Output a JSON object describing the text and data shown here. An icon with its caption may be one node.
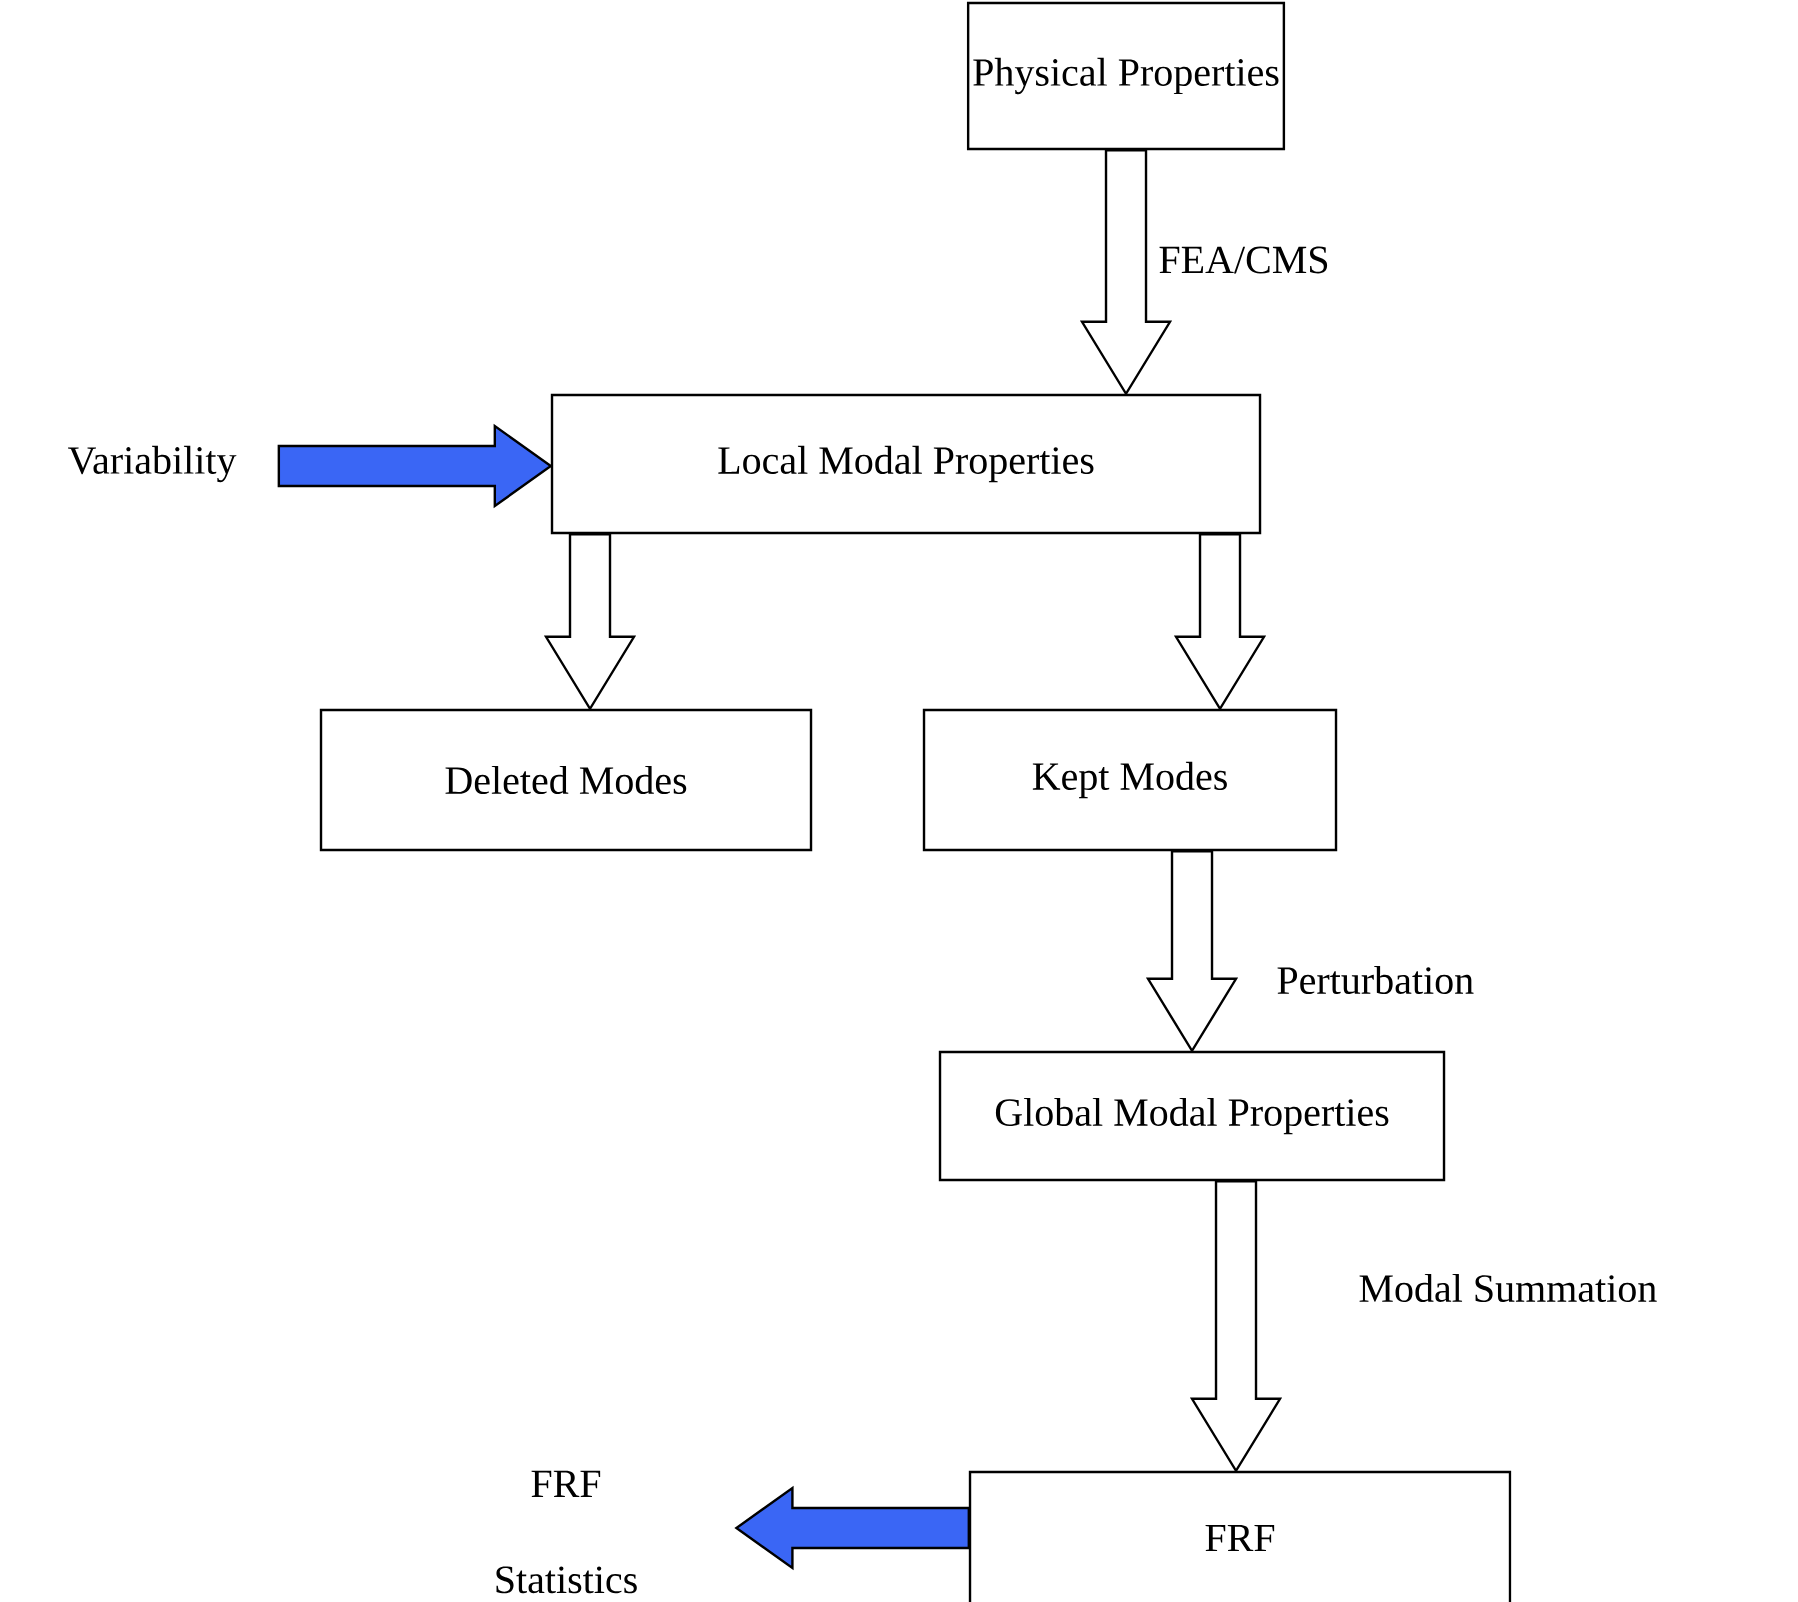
{
  "diagram": {
    "nodes": [
      {
        "text": [
          "Physical Properties"
        ]
      },
      {
        "text": [
          "Local Modal Properties"
        ]
      },
      {
        "text": [
          "Deleted Modes"
        ]
      },
      {
        "text": [
          "Kept Modes"
        ]
      },
      {
        "text": [
          "Global Modal Properties"
        ]
      },
      {
        "text": [
          "FRF"
        ]
      },
      {
        "text": [
          "Variability"
        ]
      },
      {
        "text": [
          "FRF Statistics"
        ]
      }
    ],
    "edges": [
      {
        "from": 0,
        "to": 1,
        "arrow": "to",
        "label": "FEA/CMS"
      },
      {
        "from": 1,
        "to": 2,
        "arrow": "to"
      },
      {
        "from": 1,
        "to": 3,
        "arrow": "to"
      },
      {
        "from": 3,
        "to": 4,
        "arrow": "to",
        "label": "Perturbation"
      },
      {
        "from": 4,
        "to": 5,
        "arrow": "to",
        "label": "Modal Summation"
      },
      {
        "from": 6,
        "to": 1,
        "arrow": "to",
        "color": "#3a66f5"
      },
      {
        "from": 5,
        "to": 7,
        "arrow": "to",
        "color": "#3a66f5"
      }
    ]
  }
}
